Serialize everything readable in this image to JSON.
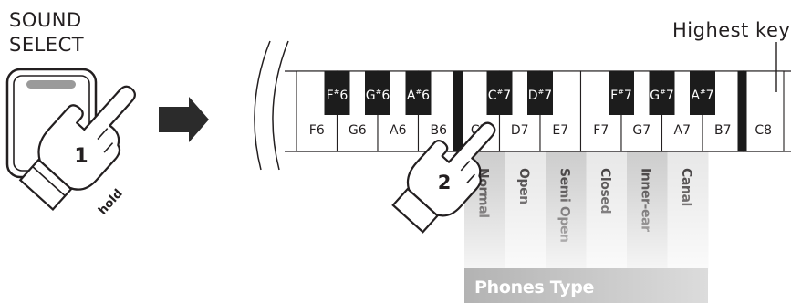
{
  "title_line1": "SOUND",
  "title_line2": "SELECT",
  "highest_key_label": "Highest key",
  "step1_number": "1",
  "step1_word": "hold",
  "step2_number": "2",
  "phones_type_label": "Phones Type",
  "white_keys": [
    "F6",
    "G6",
    "A6",
    "B6",
    "C7",
    "D7",
    "E7",
    "F7",
    "G7",
    "A7",
    "B7",
    "C8"
  ],
  "black_keys": [
    {
      "note": "F",
      "octave": "6"
    },
    {
      "note": "G",
      "octave": "6"
    },
    {
      "note": "A",
      "octave": "6"
    },
    {
      "note": "C",
      "octave": "7"
    },
    {
      "note": "D",
      "octave": "7"
    },
    {
      "note": "F",
      "octave": "7"
    },
    {
      "note": "G",
      "octave": "7"
    },
    {
      "note": "A",
      "octave": "7"
    }
  ],
  "sharp_symbol": "#",
  "phones_types": [
    "Normal",
    "Open",
    "Semi Open",
    "Closed",
    "Inner-ear",
    "Canal"
  ],
  "colors": {
    "ink": "#231f20",
    "arrow": "#2b2b2b",
    "panel_dark": "#c9c9c9",
    "panel_light": "#e6e6e6",
    "label_bar": "#b8b8b8"
  }
}
